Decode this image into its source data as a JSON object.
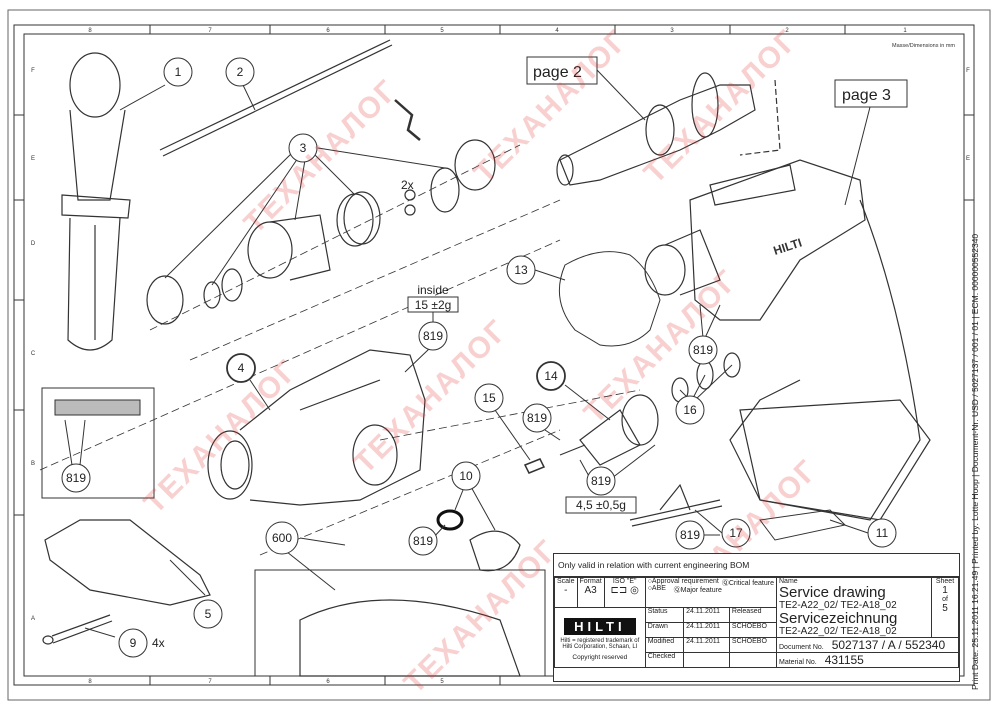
{
  "drawing": {
    "units_note": "Masse/Dimensions in mm",
    "column_labels": [
      "8",
      "7",
      "6",
      "5",
      "4",
      "3",
      "2",
      "1"
    ],
    "row_labels": [
      "F",
      "E",
      "D",
      "C",
      "B",
      "A"
    ],
    "side_print_info": "Print Date: 25.11.2011 16:21:49 | Printed by: Lotte Hoop | Document-Nr: USD / 5027137 / 001 / 01 | ECM: 000000552340",
    "watermark_text": "ТЕХАНАЛОГ"
  },
  "callouts": [
    {
      "id": "part-1",
      "label": "1"
    },
    {
      "id": "part-2",
      "label": "2"
    },
    {
      "id": "part-3",
      "label": "3"
    },
    {
      "id": "part-4",
      "label": "4"
    },
    {
      "id": "part-5",
      "label": "5"
    },
    {
      "id": "part-9",
      "label": "9"
    },
    {
      "id": "part-10",
      "label": "10"
    },
    {
      "id": "part-11",
      "label": "11"
    },
    {
      "id": "part-13",
      "label": "13"
    },
    {
      "id": "part-14",
      "label": "14"
    },
    {
      "id": "part-15",
      "label": "15"
    },
    {
      "id": "part-16",
      "label": "16"
    },
    {
      "id": "part-17",
      "label": "17"
    },
    {
      "id": "part-600",
      "label": "600"
    },
    {
      "id": "grease-819",
      "label": "819"
    }
  ],
  "annotations": {
    "page2": "page 2",
    "page3": "page 3",
    "two_x": "2x",
    "four_x": "4x",
    "inside": "inside",
    "grease_top": "15 ±2g",
    "grease_gear": "4,5 ±0,5g"
  },
  "title_block": {
    "validity_note": "Only valid in relation with current engineering BOM",
    "scale_label": "Scale",
    "scale_value": "-",
    "format_label": "Format",
    "format_value": "A3",
    "iso_label": "ISO \"E\"",
    "approval_requirement": "Approval requirement",
    "abe": "ABE",
    "critical_feature": "Critical feature",
    "major_feature": "Major feature",
    "name_label": "Name",
    "title_en": "Service drawing",
    "models_en": "TE2-A22_02/ TE2-A18_02",
    "title_de": "Servicezeichnung",
    "models_de": "TE2-A22_02/ TE2-A18_02",
    "sheet_label": "Sheet",
    "sheet_number": "1",
    "sheet_of": "of",
    "sheet_total": "5",
    "brand": "HILTI",
    "trademark_note": "Hilti = registered trademark of Hilti Corporation, Schaan, LI",
    "copyright": "Copyright reserved",
    "rows": [
      {
        "label": "Status",
        "date": "24.11.2011",
        "value": "Released"
      },
      {
        "label": "Drawn",
        "date": "24.11.2011",
        "value": "SCHOEBO"
      },
      {
        "label": "Modified",
        "date": "24.11.2011",
        "value": "SCHOEBO"
      },
      {
        "label": "Checked",
        "date": "",
        "value": ""
      }
    ],
    "document_label": "Document No.",
    "document_value": "5027137 / A / 552340",
    "material_label": "Material No.",
    "material_value": "431155"
  }
}
